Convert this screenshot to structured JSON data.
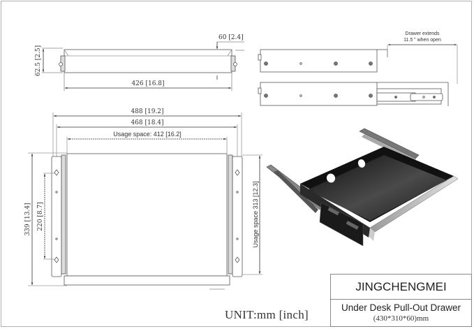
{
  "side_view": {
    "height_label": "62.5 [2.5]",
    "width_label": "426 [16.8]",
    "depth_label": "60 [2.4]"
  },
  "rail_views": {
    "extension_note_line1": "Drawer extends",
    "extension_note_line2": "11.5 \" when open"
  },
  "top_view": {
    "overall_width_label": "488 [19.2]",
    "mount_width_label": "468 [18.4]",
    "usage_width_label": "Usage space: 412 [16.2]",
    "overall_depth_label": "339 [13.4]",
    "hole_spacing_label": "220 [8.7]",
    "usage_depth_label": "Usage space 313 [12.3]"
  },
  "product_photo": {
    "description": "Black metal under-desk pull-out drawer with side slide rails"
  },
  "unit_label": "UNIT:mm [inch]",
  "title_block": {
    "brand": "JINGCHENGMEI",
    "product": "Under Desk Pull-Out Drawer",
    "size": "(430*310*60)mm"
  },
  "colors": {
    "line": "#555555",
    "drawer_black": "#1a1a1a",
    "frame": "#b0b0b0"
  }
}
